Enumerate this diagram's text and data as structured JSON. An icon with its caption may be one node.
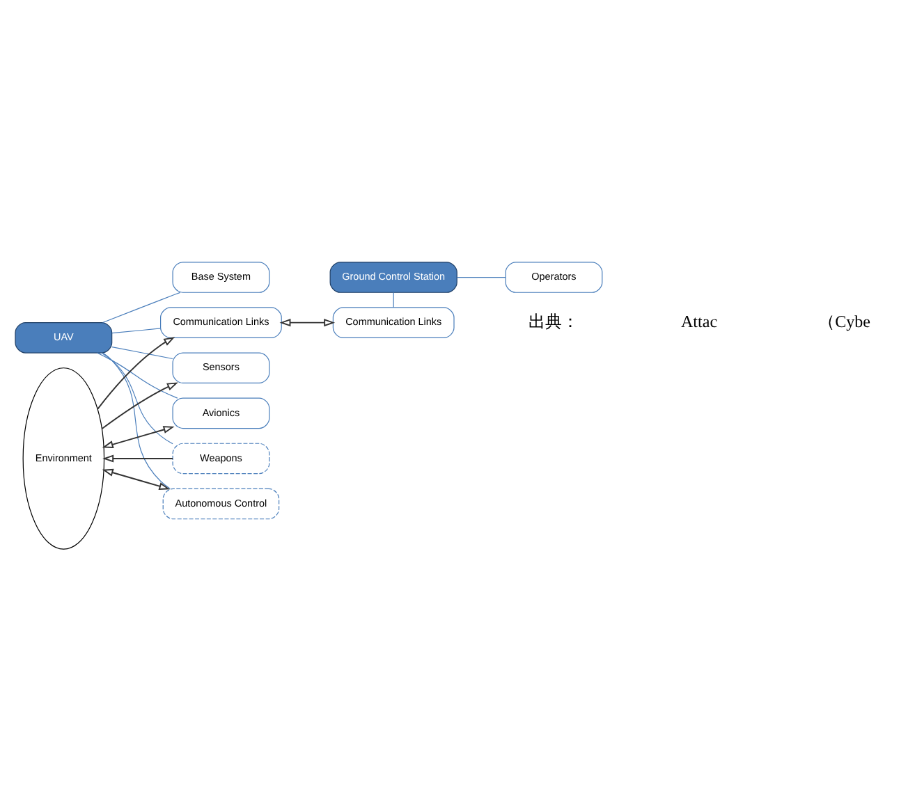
{
  "diagram": {
    "nodes": [
      {
        "text": [
          "UAV"
        ]
      },
      {
        "text": [
          "Base System"
        ]
      },
      {
        "text": [
          "Communication Links"
        ]
      },
      {
        "text": [
          "Sensors"
        ]
      },
      {
        "text": [
          "Avionics"
        ]
      },
      {
        "text": [
          "Weapons"
        ]
      },
      {
        "text": [
          "Autonomous Control"
        ]
      },
      {
        "text": [
          "Ground Control Station"
        ]
      },
      {
        "text": [
          "Operators"
        ]
      },
      {
        "text": [
          "Communication Links"
        ]
      },
      {
        "text": [
          "Environment"
        ]
      }
    ],
    "edges": [
      {
        "from": 0,
        "to": 1,
        "arrow": "none"
      },
      {
        "from": 0,
        "to": 2,
        "arrow": "none"
      },
      {
        "from": 0,
        "to": 3,
        "arrow": "none"
      },
      {
        "from": 0,
        "to": 4,
        "arrow": "none"
      },
      {
        "from": 0,
        "to": 5,
        "arrow": "none"
      },
      {
        "from": 0,
        "to": 6,
        "arrow": "none"
      },
      {
        "from": 7,
        "to": 8,
        "arrow": "none"
      },
      {
        "from": 7,
        "to": 9,
        "arrow": "none"
      },
      {
        "from": 10,
        "to": 2,
        "arrow": "to",
        "color": "#333333"
      },
      {
        "from": 2,
        "to": 9,
        "arrow": "both",
        "color": "#333333"
      },
      {
        "from": 10,
        "to": 3,
        "arrow": "to",
        "color": "#333333"
      },
      {
        "from": 10,
        "to": 4,
        "arrow": "both",
        "color": "#333333"
      },
      {
        "from": 5,
        "to": 10,
        "arrow": "to",
        "color": "#333333"
      },
      {
        "from": 10,
        "to": 6,
        "arrow": "both",
        "color": "#333333"
      }
    ],
    "labels": [
      "出典：",
      "Attac",
      "（Cybe"
    ]
  }
}
